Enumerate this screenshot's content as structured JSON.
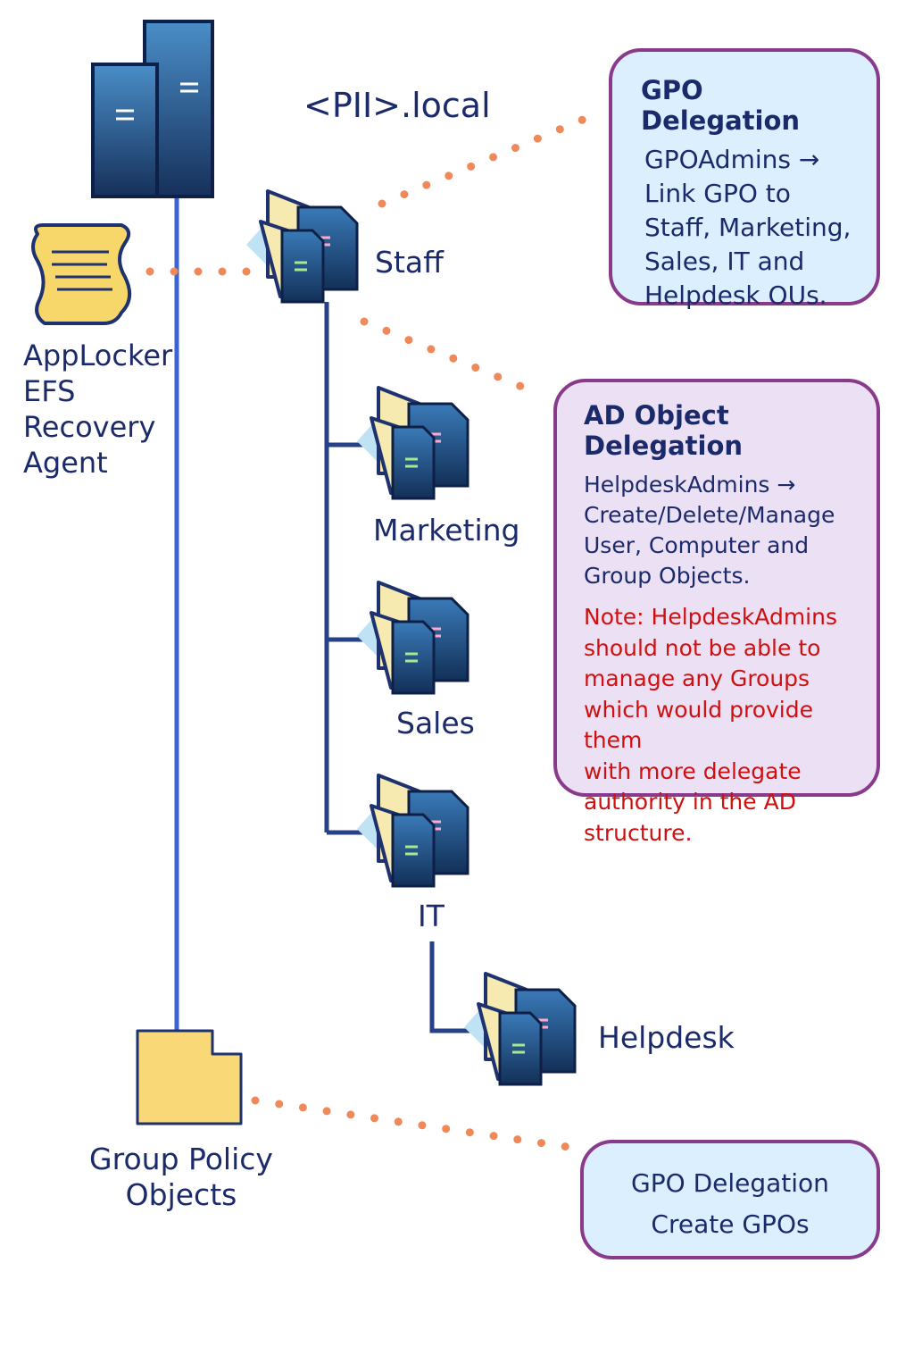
{
  "domain": "<PII>.local",
  "left_label": [
    "AppLocker",
    "EFS",
    "Recovery",
    "Agent"
  ],
  "ous": {
    "staff": "Staff",
    "marketing": "Marketing",
    "sales": "Sales",
    "it": "IT",
    "helpdesk": "Helpdesk"
  },
  "gpo_label": [
    "Group Policy",
    "Objects"
  ],
  "box_gpo_delegation": {
    "title": "GPO Delegation",
    "lines": [
      "GPOAdmins →",
      "Link GPO to",
      "Staff, Marketing,",
      "Sales, IT and",
      "Helpdesk OUs."
    ]
  },
  "box_ad_delegation": {
    "title": "AD Object Delegation",
    "lines": [
      "HelpdeskAdmins →",
      "Create/Delete/Manage",
      "User, Computer and",
      "Group Objects."
    ],
    "note_lines": [
      "Note: HelpdeskAdmins",
      "should not be able to",
      "manage any Groups",
      "which would provide them",
      "with more delegate",
      "authority in the AD",
      "structure."
    ]
  },
  "box_create_gpos": {
    "lines": [
      "GPO Delegation",
      "Create GPOs"
    ]
  },
  "colors": {
    "trunk": "#3a63d6",
    "ou_line": "#27408a",
    "dotted": "#f0895a",
    "box_border": "#8a3a8a",
    "box_blue_fill": "#dcefff",
    "box_purple_fill": "#ece0f4",
    "note": "#d01010",
    "text": "#1b2a6b"
  },
  "icons": {
    "domain": "server-icon",
    "scroll": "scroll-icon",
    "ou": "folder-documents-icon",
    "gpo": "folder-icon"
  }
}
